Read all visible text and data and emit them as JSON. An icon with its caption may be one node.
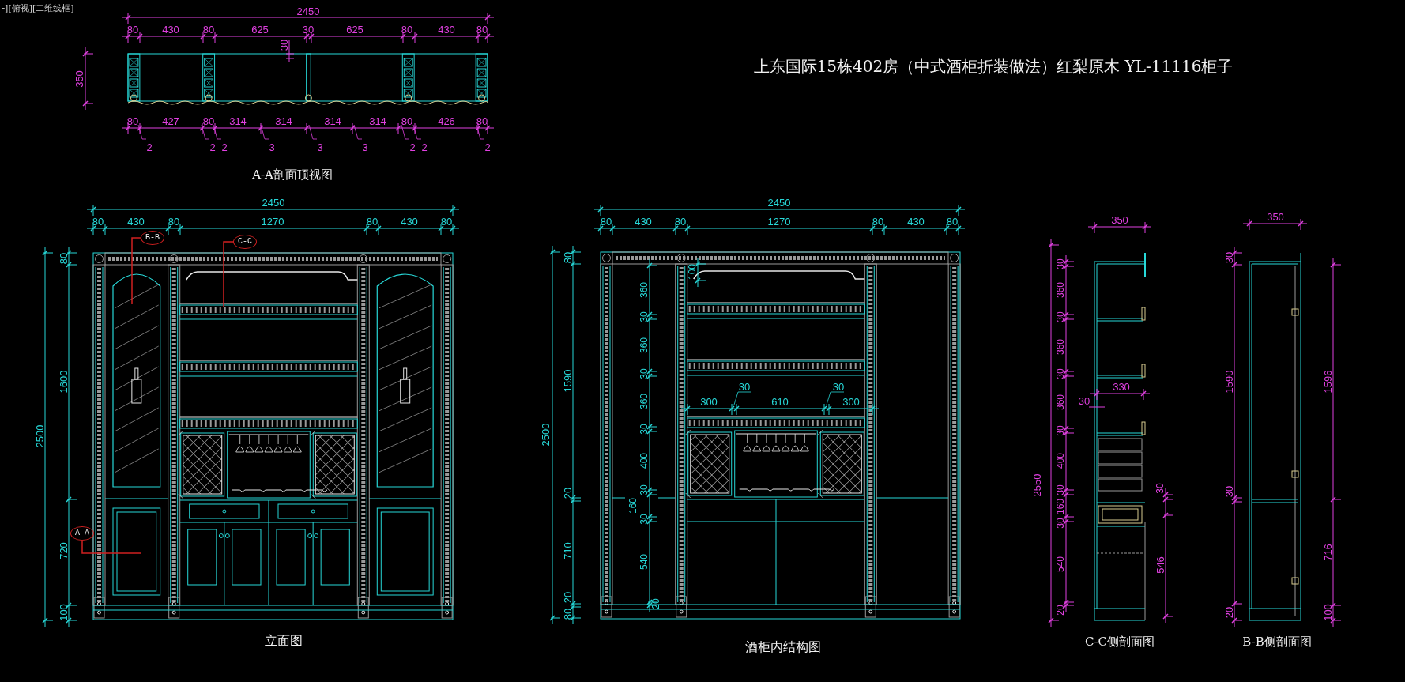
{
  "diagram": {
    "title": "上东国际15栋402房（中式酒柜折装做法）红梨原木  YL-11116柜子",
    "nodes": [
      {
        "text": [
          "B-B"
        ]
      },
      {
        "text": [
          "C-C"
        ]
      },
      {
        "text": [
          "A-A"
        ]
      }
    ],
    "labels": [
      "-][俯视][二维线框]",
      "2450",
      "80",
      "430",
      "80",
      "625",
      "30",
      "625",
      "80",
      "430",
      "80",
      "30",
      "350",
      "80",
      "427",
      "80",
      "314",
      "314",
      "314",
      "314",
      "80",
      "426",
      "80",
      "2",
      "2",
      "2",
      "3",
      "3",
      "3",
      "2",
      "2",
      "2",
      "A-A剖面顶视图",
      "2450",
      "80",
      "430",
      "80",
      "1270",
      "80",
      "430",
      "80",
      "2500",
      "80",
      "1600",
      "720",
      "100",
      "立面图",
      "2450",
      "80",
      "430",
      "80",
      "1270",
      "80",
      "430",
      "80",
      "2500",
      "80",
      "1590",
      "20",
      "710",
      "20",
      "80",
      "360",
      "30",
      "360",
      "30",
      "360",
      "30",
      "400",
      "30",
      "160",
      "30",
      "540",
      "20",
      "100",
      "30",
      "30",
      "300",
      "610",
      "300",
      "酒柜内结构图",
      "350",
      "2550",
      "30",
      "360",
      "30",
      "360",
      "30",
      "360",
      "30",
      "400",
      "30",
      "160",
      "30",
      "540",
      "20",
      "330",
      "30",
      "30",
      "546",
      "C-C侧剖面图",
      "350",
      "30",
      "1590",
      "30",
      "20",
      "1596",
      "716",
      "100",
      "B-B侧剖面图"
    ]
  }
}
